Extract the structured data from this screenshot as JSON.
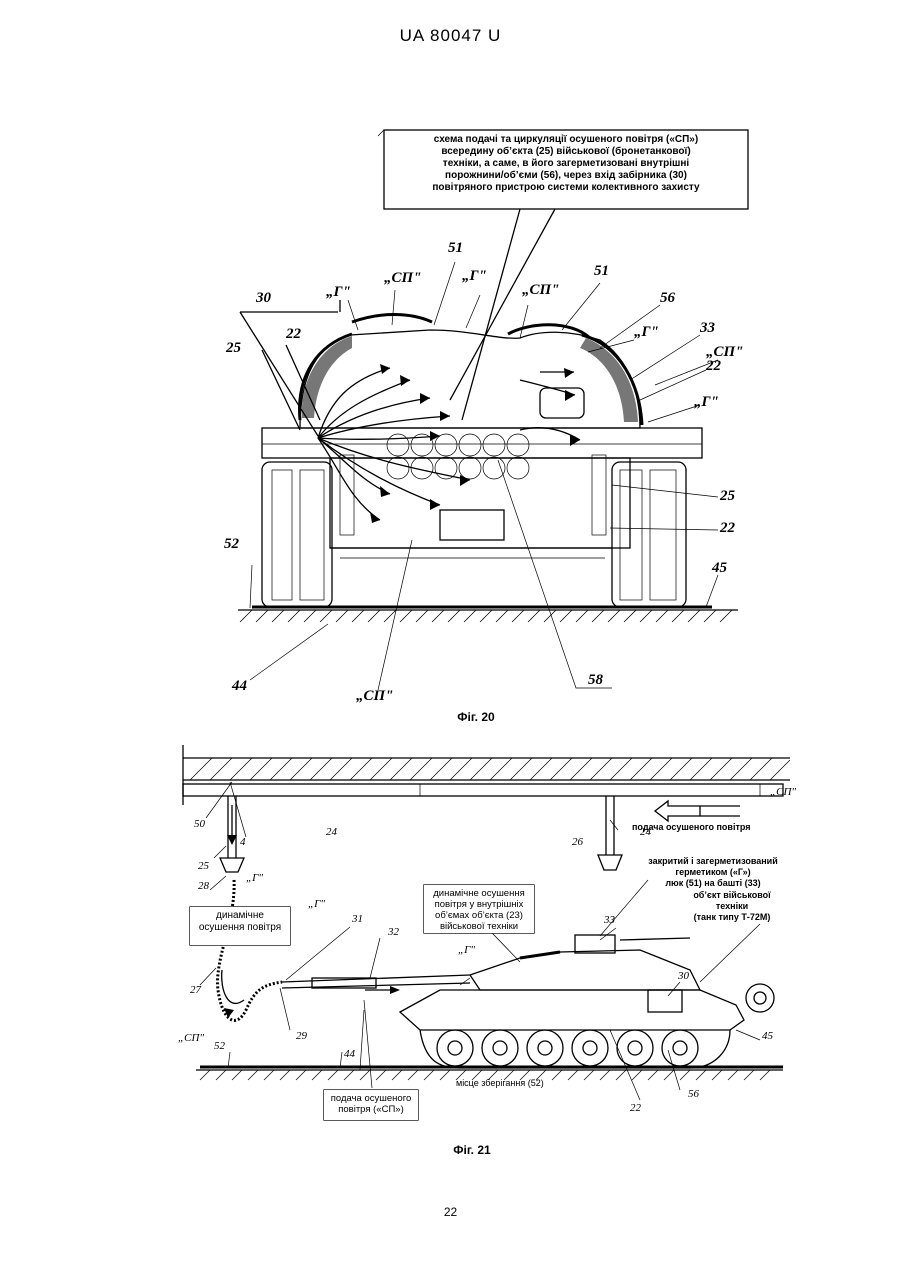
{
  "header": {
    "doc_number": "UA   80047   U"
  },
  "fig20": {
    "caption": "Фіг. 20",
    "callout_lines": [
      "схема подачі та циркуляції осушеного повітря («СП»)",
      "всередину об’єкта (25) військової (бронетанкової)",
      "техніки, а саме, в його загерметизовані внутрішні",
      "порожнини/об’єми (56), через вхід забірника (30)",
      "повітряного пристрою системи колективного захисту"
    ],
    "labels": {
      "n30": "30",
      "n22a": "22",
      "n25a": "25",
      "n51a": "51",
      "n51b": "51",
      "n56a": "56",
      "n33": "33",
      "n22b": "22",
      "n25b": "25",
      "n22c": "22",
      "n52": "52",
      "n45": "45",
      "n44": "44",
      "n58": "58",
      "g1": "„Г\"",
      "g2": "„Г\"",
      "g3": "„Г\"",
      "g4": "„Г\"",
      "sp1": "„СП\"",
      "sp2": "„СП\"",
      "sp3": "„СП\"",
      "sp4": "„СП\""
    }
  },
  "fig21": {
    "caption": "Фіг. 21",
    "labels": {
      "n50": "50",
      "n4": "4",
      "n24a": "24",
      "n24b": "24",
      "n26": "26",
      "n25": "25",
      "n28": "28",
      "n27": "27",
      "n29": "29",
      "n31": "31",
      "n32": "32",
      "n33": "33",
      "n30": "30",
      "n44": "44",
      "n52": "52",
      "n45": "45",
      "n22": "22",
      "n56": "56",
      "g1": "„Г\"",
      "g2": "„Г\"",
      "g3": "„Г\"",
      "sp1": "„СП\"",
      "sp2": "„СП\""
    },
    "callout_dynamic_drying": [
      "динамічне",
      "осушення повітря"
    ],
    "callout_dynamic_internal": [
      "динамічне осушення",
      "повітря у внутрішніх",
      "об’ємах об’єкта (23)",
      "військової техніки"
    ],
    "callout_supply": [
      "подача осушеного",
      "повітря («СП»)"
    ],
    "note_supply_top": "подача осушеного повітря",
    "note_hatch": [
      "закритий і загерметизований",
      "герметиком («Г»)",
      "люк (51) на башті (33)"
    ],
    "note_object": [
      "об’єкт військової",
      "техніки",
      "(танк типу Т-72М)"
    ],
    "note_storage": "місце зберігання (52)"
  },
  "page_number": "22"
}
